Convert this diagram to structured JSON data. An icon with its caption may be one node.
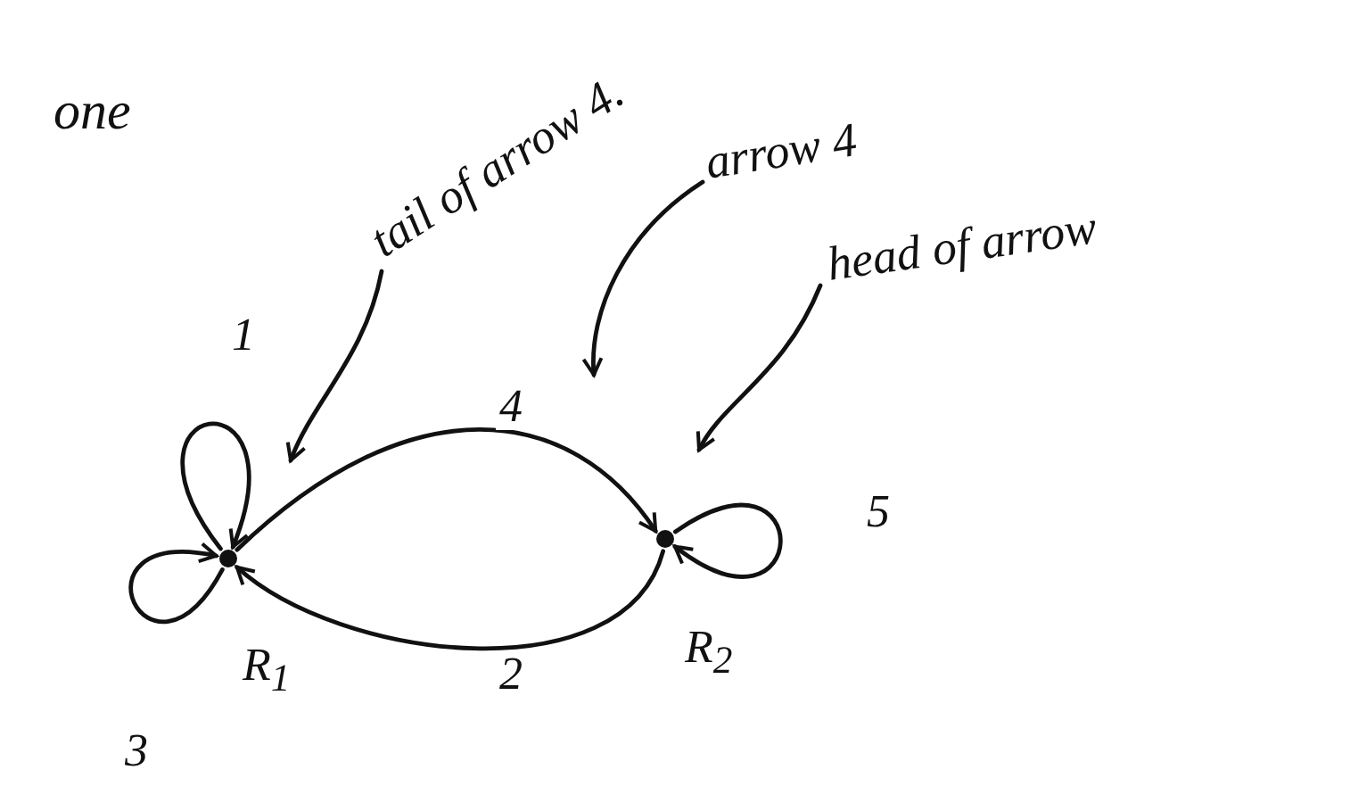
{
  "diagram": {
    "nodes": [
      {
        "text": [],
        "shape": "circle",
        "beside": [
          "R$_{1}$"
        ]
      },
      {
        "text": [],
        "shape": "circle",
        "beside": [
          "R$_{2}$"
        ]
      },
      {
        "text": [
          "tail of arrow 4."
        ]
      },
      {
        "text": [
          "arrow 4"
        ]
      },
      {
        "text": [
          "head of arrow"
        ]
      }
    ],
    "edges": [
      {
        "from": 0,
        "to": 0,
        "arrow": "to",
        "label": "1"
      },
      {
        "from": 0,
        "to": 0,
        "arrow": "to",
        "label": "3"
      },
      {
        "from": 0,
        "to": 1,
        "arrow": "to",
        "label": "4"
      },
      {
        "from": 1,
        "to": 0,
        "arrow": "to",
        "label": "2"
      },
      {
        "from": 1,
        "to": 1,
        "arrow": "to",
        "label": "5"
      },
      {
        "from": 2,
        "to": null,
        "arrow": "to"
      },
      {
        "from": 3,
        "to": null,
        "arrow": "to"
      },
      {
        "from": 4,
        "to": null,
        "arrow": "to"
      }
    ],
    "labels": [
      "one"
    ]
  }
}
